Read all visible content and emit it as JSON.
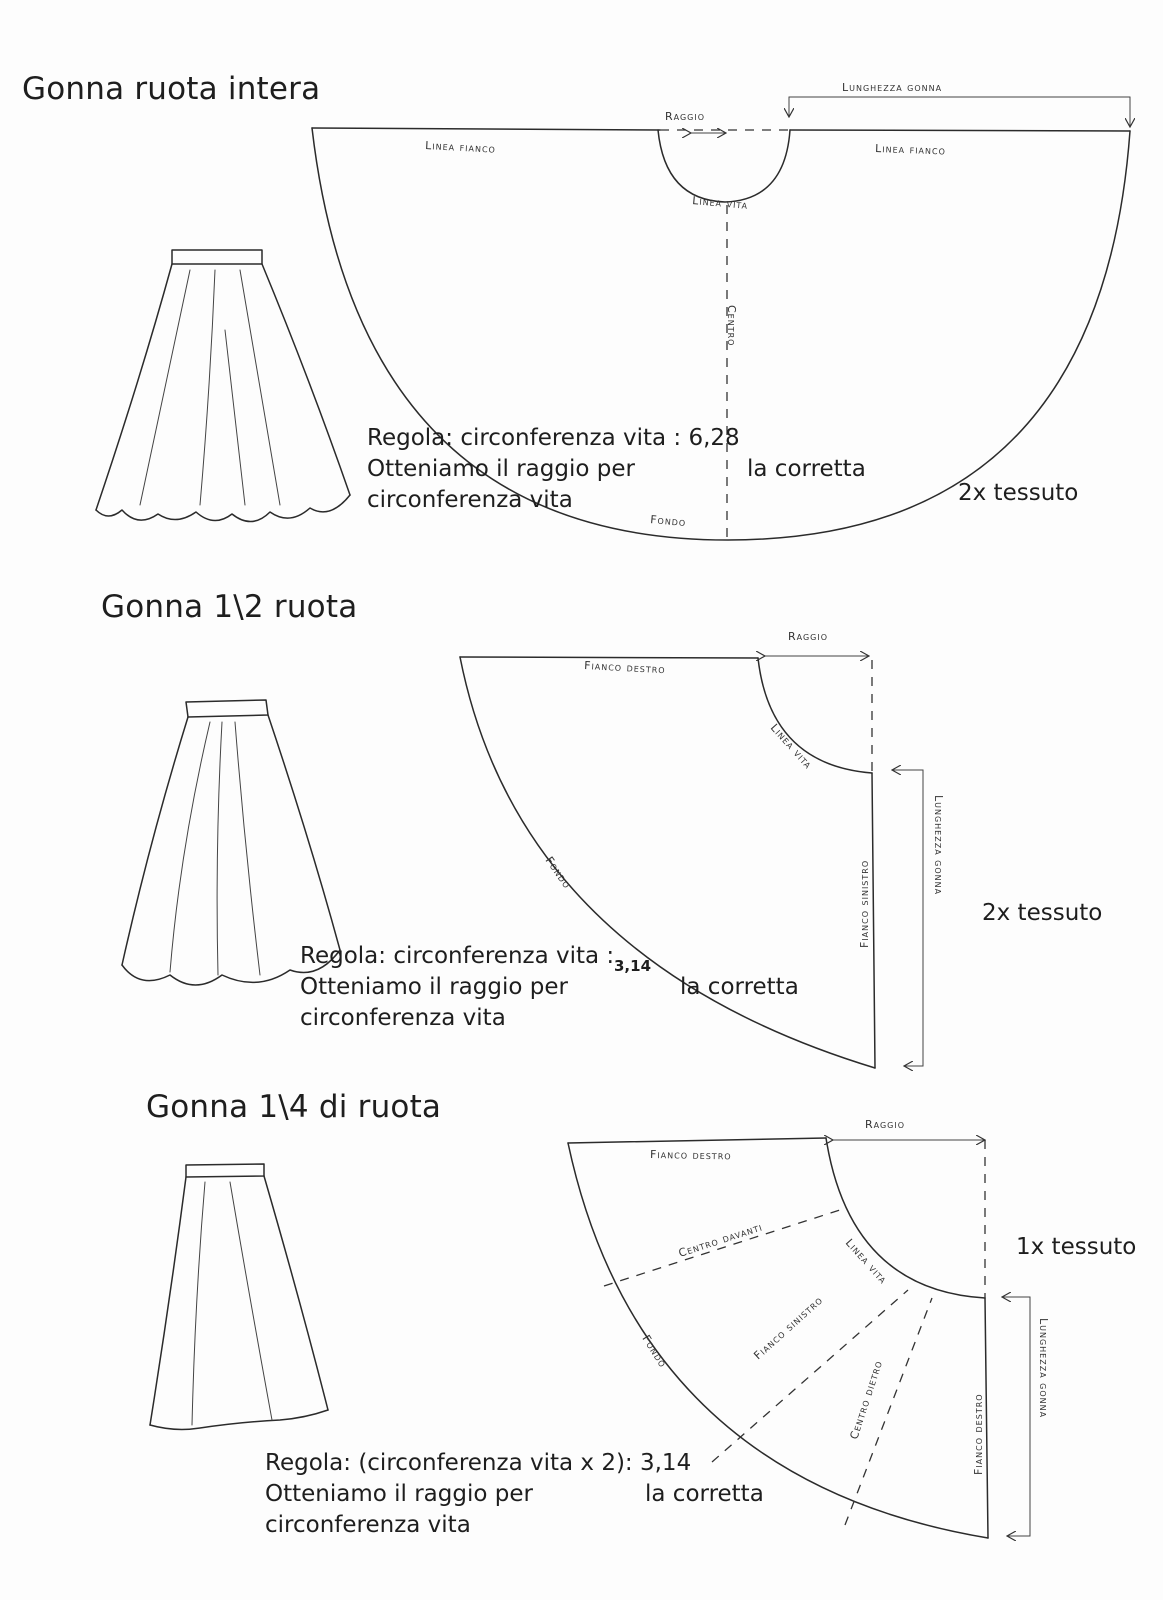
{
  "sections": [
    {
      "title": "Gonna ruota intera",
      "rule_line1": "Regola: circonferenza vita : 6,28",
      "rule_line2_left": "Otteniamo il raggio per",
      "rule_line2_right": "la corretta",
      "rule_line3": "circonferenza vita",
      "fabric": "2x tessuto",
      "labels": {
        "raggio": "Raggio",
        "lunghezza_gonna": "Lunghezza gonna",
        "linea_fianco_left": "Linea fianco",
        "linea_fianco_right": "Linea fianco",
        "linea_vita": "Linea vita",
        "centro": "Centro",
        "fondo": "Fondo"
      }
    },
    {
      "title": "Gonna 1\\2 ruota",
      "rule_line1": "Regola: circonferenza vita :",
      "rule_divisor": "3,14",
      "rule_line2_left": "Otteniamo il raggio per",
      "rule_line2_right": "la corretta",
      "rule_line3": "circonferenza vita",
      "fabric": "2x tessuto",
      "labels": {
        "raggio": "Raggio",
        "fianco_destro": "Fianco destro",
        "linea_vita": "Linea vita",
        "fianco_sinistro": "Fianco sinistro",
        "lunghezza_gonna": "Lunghezza gonna",
        "fondo": "Fondo"
      }
    },
    {
      "title": "Gonna 1\\4 di ruota",
      "rule_line1": "Regola: (circonferenza vita x 2): 3,14",
      "rule_line2_left": "Otteniamo il raggio per",
      "rule_line2_right": "la corretta",
      "rule_line3": "circonferenza vita",
      "fabric": "1x tessuto",
      "labels": {
        "raggio": "Raggio",
        "fianco_destro_top": "Fianco destro",
        "centro_davanti": "Centro davanti",
        "linea_vita": "Linea vita",
        "fianco_sinistro": "Fianco sinistro",
        "centro_dietro": "Centro dietro",
        "fianco_destro_side": "Fianco destro",
        "lunghezza_gonna": "Lunghezza gonna",
        "fondo": "Fondo"
      }
    }
  ]
}
